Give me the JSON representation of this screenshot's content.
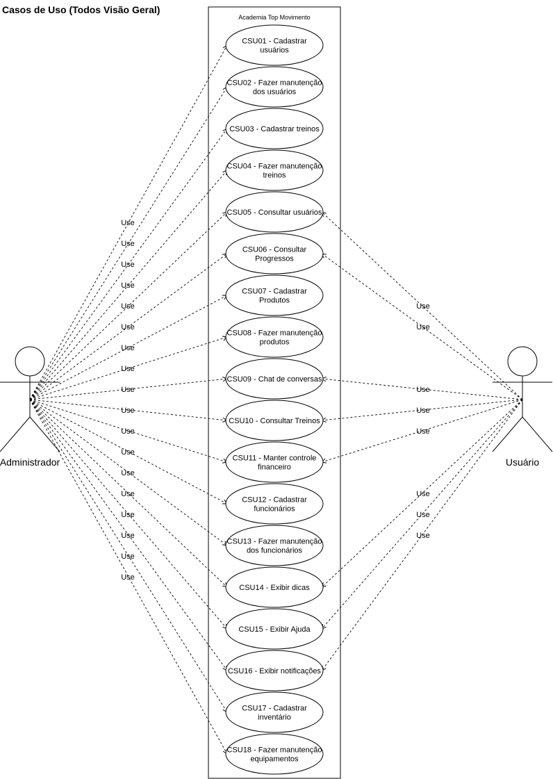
{
  "title": "Casos de Uso (Todos Visão Geral)",
  "system": {
    "label": "Academia Top Movimento"
  },
  "actors": {
    "admin": {
      "name": "Administrador"
    },
    "user": {
      "name": "Usuário"
    }
  },
  "relation_label": "Use",
  "use_cases": [
    {
      "id": "CSU01",
      "lines": [
        "CSU01 - Cadastrar",
        "usuários"
      ],
      "admin": true,
      "user": false
    },
    {
      "id": "CSU02",
      "lines": [
        "CSU02 - Fazer manutenção",
        "dos usuários"
      ],
      "admin": true,
      "user": false
    },
    {
      "id": "CSU03",
      "lines": [
        "CSU03 - Cadastrar treinos"
      ],
      "admin": true,
      "user": false
    },
    {
      "id": "CSU04",
      "lines": [
        "CSU04 - Fazer manutenção",
        "treinos"
      ],
      "admin": true,
      "user": false
    },
    {
      "id": "CSU05",
      "lines": [
        "CSU05 - Consultar usuários"
      ],
      "admin": true,
      "user": true
    },
    {
      "id": "CSU06",
      "lines": [
        "CSU06 - Consultar",
        "Progressos"
      ],
      "admin": true,
      "user": true
    },
    {
      "id": "CSU07",
      "lines": [
        "CSU07 - Cadastrar",
        "Produtos"
      ],
      "admin": true,
      "user": false
    },
    {
      "id": "CSU08",
      "lines": [
        "CSU08 - Fazer manutenção",
        "produtos"
      ],
      "admin": true,
      "user": false
    },
    {
      "id": "CSU09",
      "lines": [
        "CSU09 - Chat de conversas"
      ],
      "admin": true,
      "user": true
    },
    {
      "id": "CSU10",
      "lines": [
        "CSU10 - Consultar Treinos"
      ],
      "admin": true,
      "user": true
    },
    {
      "id": "CSU11",
      "lines": [
        "CSU11 - Manter controle",
        "financeiro"
      ],
      "admin": true,
      "user": true
    },
    {
      "id": "CSU12",
      "lines": [
        "CSU12 - Cadastrar",
        "funcionários"
      ],
      "admin": true,
      "user": false
    },
    {
      "id": "CSU13",
      "lines": [
        "CSU13 - Fazer manutenção",
        "dos funcionários"
      ],
      "admin": true,
      "user": false
    },
    {
      "id": "CSU14",
      "lines": [
        "CSU14 - Exibir dicas"
      ],
      "admin": true,
      "user": true
    },
    {
      "id": "CSU15",
      "lines": [
        "CSU15 - Exibir Ajuda"
      ],
      "admin": true,
      "user": true
    },
    {
      "id": "CSU16",
      "lines": [
        "CSU16 - Exibir notificações"
      ],
      "admin": true,
      "user": true
    },
    {
      "id": "CSU17",
      "lines": [
        "CSU17 - Cadastrar",
        "inventário"
      ],
      "admin": true,
      "user": false
    },
    {
      "id": "CSU18",
      "lines": [
        "CSU18 - Fazer manutenção",
        "equipamentos"
      ],
      "admin": true,
      "user": false
    }
  ]
}
